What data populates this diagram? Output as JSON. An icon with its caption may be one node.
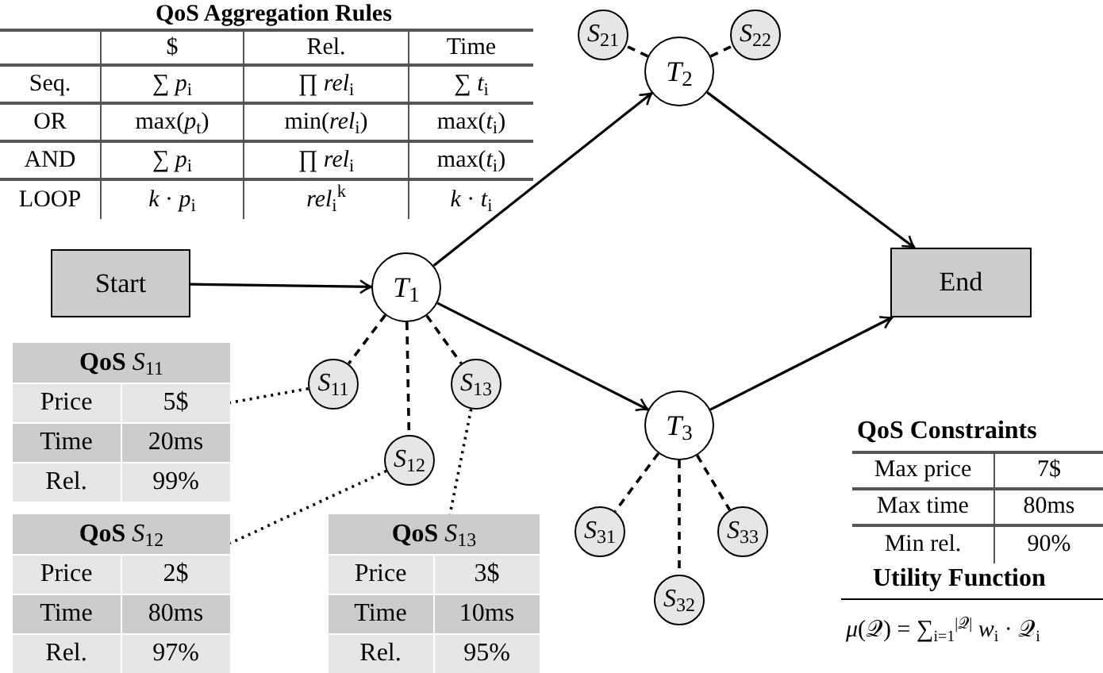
{
  "diagram": {
    "nodes": [
      {
        "text": [
          "Start"
        ]
      },
      {
        "text": [
          "*T*$_{1}$"
        ]
      },
      {
        "text": [
          "*T*$_{2}$"
        ]
      },
      {
        "text": [
          "*T*$_{3}$"
        ]
      },
      {
        "text": [
          "End"
        ]
      },
      {
        "text": [
          "*S*$_{11}$"
        ]
      },
      {
        "text": [
          "*S*$_{12}$"
        ]
      },
      {
        "text": [
          "*S*$_{13}$"
        ]
      },
      {
        "text": [
          "*S*$_{21}$"
        ]
      },
      {
        "text": [
          "*S*$_{22}$"
        ]
      },
      {
        "text": [
          "*S*$_{31}$"
        ]
      },
      {
        "text": [
          "*S*$_{32}$"
        ]
      },
      {
        "text": [
          "*S*$_{33}$"
        ]
      },
      {
        "text": [
          "**QoS** *S*$_{11}$",
          "Price",
          "5$",
          "Time",
          "20ms",
          "Rel.",
          "99%"
        ]
      },
      {
        "text": [
          "**QoS** *S*$_{12}$",
          "Price",
          "2$",
          "Time",
          "80ms",
          "Rel.",
          "97%"
        ]
      },
      {
        "text": [
          "**QoS** *S*$_{13}$",
          "Price",
          "3$",
          "Time",
          "10ms",
          "Rel.",
          "95%"
        ]
      }
    ],
    "edges": [
      {
        "from": 0,
        "to": 1,
        "arrow": "to"
      },
      {
        "from": 1,
        "to": 2,
        "arrow": "to"
      },
      {
        "from": 1,
        "to": 3,
        "arrow": "to"
      },
      {
        "from": 2,
        "to": 4,
        "arrow": "to"
      },
      {
        "from": 3,
        "to": 4,
        "arrow": "to"
      },
      {
        "from": 1,
        "to": 5,
        "arrow": "none",
        "style": "dashed"
      },
      {
        "from": 1,
        "to": 6,
        "arrow": "none",
        "style": "dashed"
      },
      {
        "from": 1,
        "to": 7,
        "arrow": "none",
        "style": "dashed"
      },
      {
        "from": 2,
        "to": 8,
        "arrow": "none",
        "style": "dashed"
      },
      {
        "from": 2,
        "to": 9,
        "arrow": "none",
        "style": "dashed"
      },
      {
        "from": 3,
        "to": 10,
        "arrow": "none",
        "style": "dashed"
      },
      {
        "from": 3,
        "to": 11,
        "arrow": "none",
        "style": "dashed"
      },
      {
        "from": 3,
        "to": 12,
        "arrow": "none",
        "style": "dashed"
      },
      {
        "from": 5,
        "to": 13,
        "arrow": "none",
        "style": "dashed"
      },
      {
        "from": 6,
        "to": 14,
        "arrow": "none",
        "style": "dashed"
      },
      {
        "from": 7,
        "to": 15,
        "arrow": "none",
        "style": "dashed"
      }
    ],
    "labels": [
      "QoS Aggregation Rules",
      "$",
      "Rel.",
      "Time",
      "Seq.",
      "∑ *p*$_{i}$",
      "∏ *rel*$_{i}$",
      "∑ *t*$_{i}$",
      "OR",
      "max(*p*$_{t}$)",
      "min(*rel*$_{i}$)",
      "max(*t*$_{i}$)",
      "AND",
      "∑ *p*$_{i}$",
      "∏ *rel*$_{i}$",
      "max(*t*$_{i}$)",
      "LOOP",
      "*k* · *p*$_{i}$",
      "*rel*$_{i}$$^{k}$",
      "*k* · *t*$_{i}$",
      "QoS Constraints",
      "Max price",
      "7$",
      "Max time",
      "80ms",
      "Min rel.",
      "90%",
      "Utility Function",
      "*μ*(𝒬) = ∑$_{i=1}$$^{|𝒬|}$ *w*$_{i}$ · 𝒬$_{i}$"
    ]
  }
}
